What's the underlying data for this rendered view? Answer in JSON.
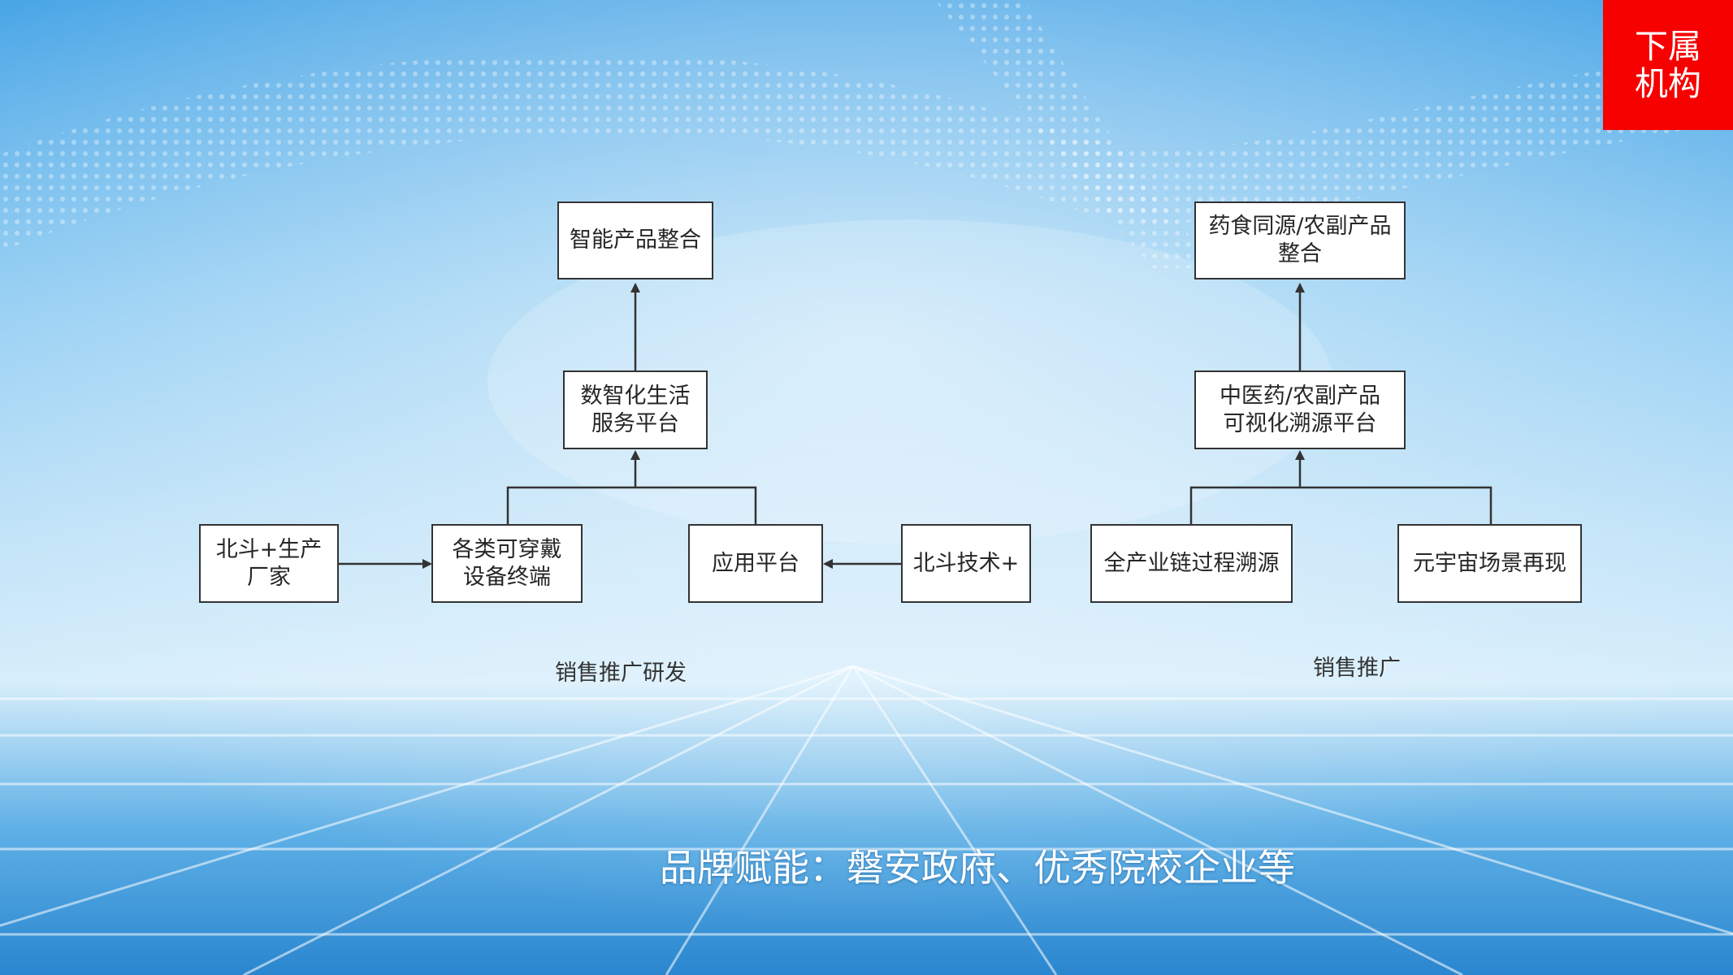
{
  "badge": {
    "text": "下属\n机构"
  },
  "left_group": {
    "top": "智能产品整合",
    "middle": "数智化生活\n服务平台",
    "manufacturer": "北斗+生产\n厂家",
    "devices": "各类可穿戴\n设备终端",
    "app_platform": "应用平台",
    "beidou_tech": "北斗技术+",
    "caption": "销售推广研发"
  },
  "right_group": {
    "top": "药食同源/农副产品\n整合",
    "middle": "中医药/农副产品\n可视化溯源平台",
    "chain_trace": "全产业链过程溯源",
    "metaverse": "元宇宙场景再现",
    "caption": "销售推广"
  },
  "footer": {
    "brand_text": "品牌赋能：磐安政府、优秀院校企业等"
  },
  "colors": {
    "badge": "#f60000",
    "box_border": "#333333",
    "box_fill": "#ffffff",
    "background": "#8dcbf2"
  }
}
